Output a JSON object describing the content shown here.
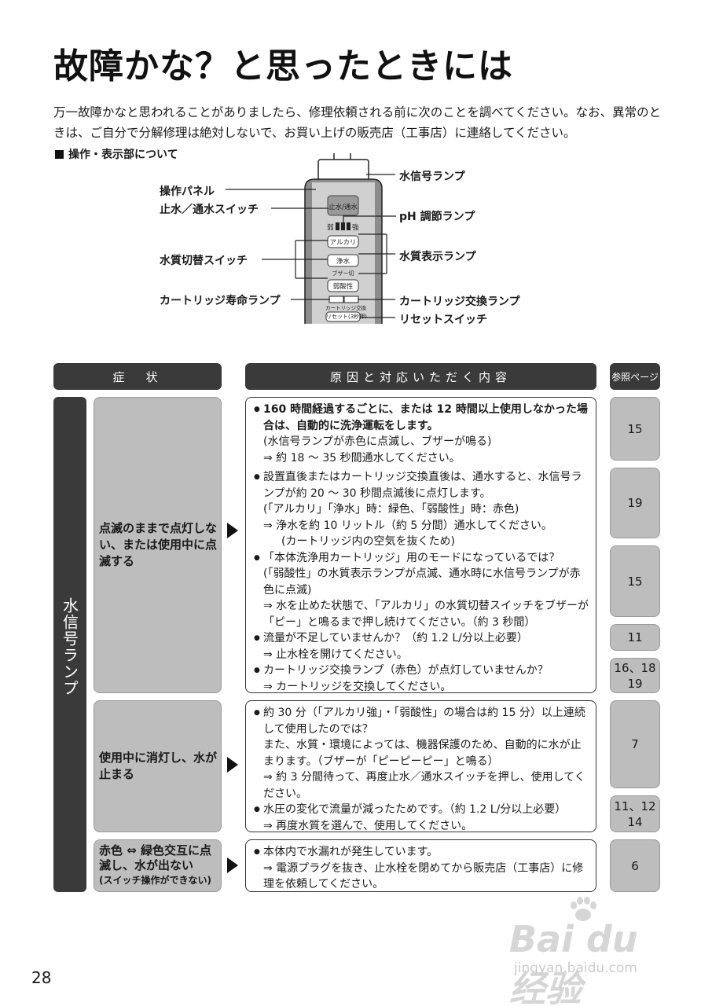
{
  "page": {
    "title": "故障かな？と思ったときには",
    "intro": "万一故障かなと思われることがありましたら、修理依頼される前に次のことを調べてください。なお、異常のときは、ご自分で分解修理は絶対しないで、お買い上げの販売店（工事店）に連絡してください。",
    "section_label": "操作・表示部について",
    "page_number": "28"
  },
  "diagram": {
    "callouts": {
      "panel": "操作パネル",
      "stop_switch": "止水／通水スイッチ",
      "quality_switch": "水質切替スイッチ",
      "cartridge_life": "カートリッジ寿命ランプ",
      "water_signal": "水信号ランプ",
      "ph_lamp": "pH 調節ランプ",
      "quality_lamp": "水質表示ランプ",
      "cartridge_replace": "カートリッジ交換ランプ",
      "reset_switch": "リセットスイッチ"
    },
    "device_labels": {
      "stop_btn": "止水/通水",
      "weak": "弱",
      "strong": "強",
      "alkali": "アルカリ",
      "pure": "浄水",
      "buzzer": "ブザー切",
      "acid": "弱酸性",
      "cartridge": "カートリッジ交換",
      "reset": "リセット(3秒押)"
    }
  },
  "table": {
    "headers": {
      "symptom": "症　状",
      "cause": "原因と対応いただく内容",
      "ref": "参照ページ"
    },
    "category": "水信号ランプ",
    "rows": [
      {
        "symptom": "点滅のままで点灯しない、または使用中に点滅する",
        "causes": [
          {
            "lead": "160 時間経過するごとに、または 12 時間以上使用しなかった場合は、自動的に洗浄運転をします。",
            "lines": [
              "(水信号ランプが赤色に点滅し、ブザーが鳴る)",
              "⇒ 約 18 〜 35 秒間通水してください。"
            ],
            "ref": "15"
          },
          {
            "lead": "設置直後またはカートリッジ交換直後は、通水すると、水信号ランプが約 20 〜 30 秒間点滅後に点灯します。",
            "lines": [
              "(「アルカリ」「浄水」時：緑色、「弱酸性」時：赤色)",
              "⇒ 浄水を約 10 リットル（約 5 分間）通水してください。",
              "(カートリッジ内の空気を抜くため)"
            ],
            "ref": "19"
          },
          {
            "lead": "「本体洗浄用カートリッジ」用のモードになっているでは？",
            "lines": [
              "(「弱酸性」の水質表示ランプが点滅、通水時に水信号ランプが赤色に点滅)",
              "⇒ 水を止めた状態で、「アルカリ」の水質切替スイッチをブザーが「ピー」と鳴るまで押し続けてください。（約 3 秒間）"
            ],
            "ref": "15"
          },
          {
            "lead": "流量が不足していませんか？（約 1.2 L/分以上必要）",
            "lines": [
              "⇒ 止水栓を開けてください。"
            ],
            "ref": "11"
          },
          {
            "lead": "カートリッジ交換ランプ（赤色）が点灯していませんか？",
            "lines": [
              "⇒ カートリッジを交換してください。"
            ],
            "ref": "16、18\n19"
          }
        ]
      },
      {
        "symptom": "使用中に消灯し、水が止まる",
        "causes": [
          {
            "lead": "約 30 分（「アルカリ強」・「弱酸性」の場合は約 15 分）以上連続して使用したのでは？",
            "lines": [
              "また、水質・環境によっては、機器保護のため、自動的に水が止まります。（ブザーが「ピーピーピー」と鳴る）",
              "⇒ 約 3 分間待って、再度止水／通水スイッチを押し、使用してください。"
            ],
            "ref": "7"
          },
          {
            "lead": "水圧の変化で流量が減ったためです。（約 1.2 L/分以上必要）",
            "lines": [
              "⇒ 再度水質を選んで、使用してください。"
            ],
            "ref": "11、12\n14"
          }
        ]
      },
      {
        "symptom": "赤色 ⇔ 緑色交互に点滅し、水が出ない",
        "symptom_note": "(スイッチ操作ができない)",
        "causes": [
          {
            "lead": "本体内で水漏れが発生しています。",
            "lines": [
              "⇒ 電源プラグを抜き、止水栓を閉めてから販売店（工事店）に修理を依頼してください。"
            ],
            "ref": "6"
          }
        ]
      }
    ]
  },
  "watermark": {
    "brand": "Bai du 经验",
    "url": "jingyan.baidu.com"
  }
}
